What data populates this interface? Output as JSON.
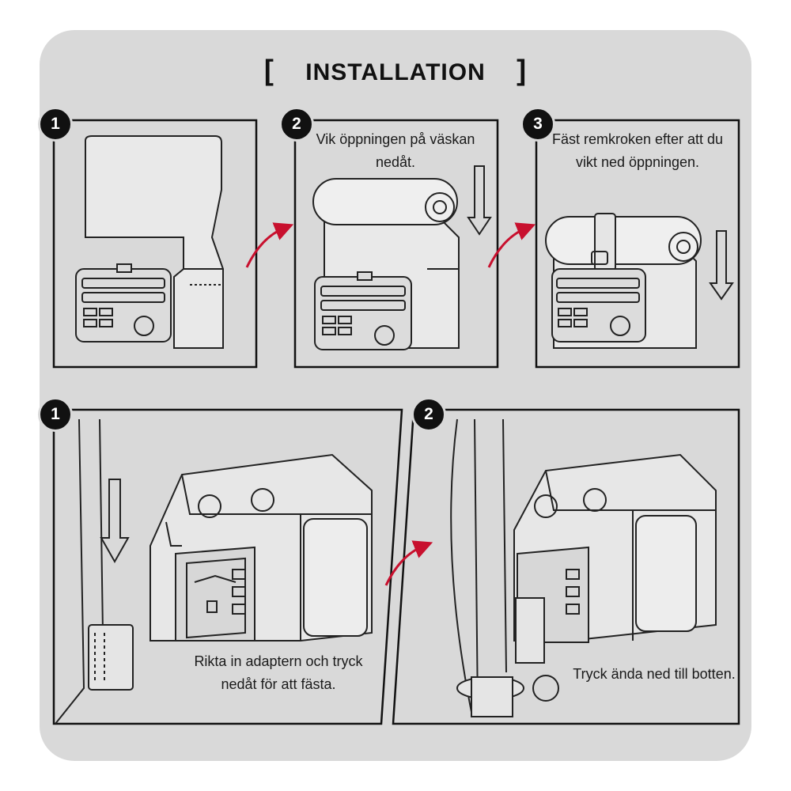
{
  "title": {
    "bracket_left": "[",
    "text": "INSTALLATION",
    "bracket_right": "]"
  },
  "top_steps": [
    {
      "number": "1",
      "text": ""
    },
    {
      "number": "2",
      "text": "Vik öppningen på väskan nedåt."
    },
    {
      "number": "3",
      "text": "Fäst remkroken efter att du vikt ned öppningen."
    }
  ],
  "bottom_steps": [
    {
      "number": "1",
      "text": "Rikta in adaptern och tryck nedåt för att fästa."
    },
    {
      "number": "2",
      "text": "Tryck ända ned till botten."
    }
  ],
  "colors": {
    "background": "#d9d9d9",
    "frame": "#111111",
    "arrow_accent": "#c8102e"
  },
  "icons": {
    "transition_arrow": "red-curved-arrow",
    "direction_arrow": "down-arrow"
  }
}
